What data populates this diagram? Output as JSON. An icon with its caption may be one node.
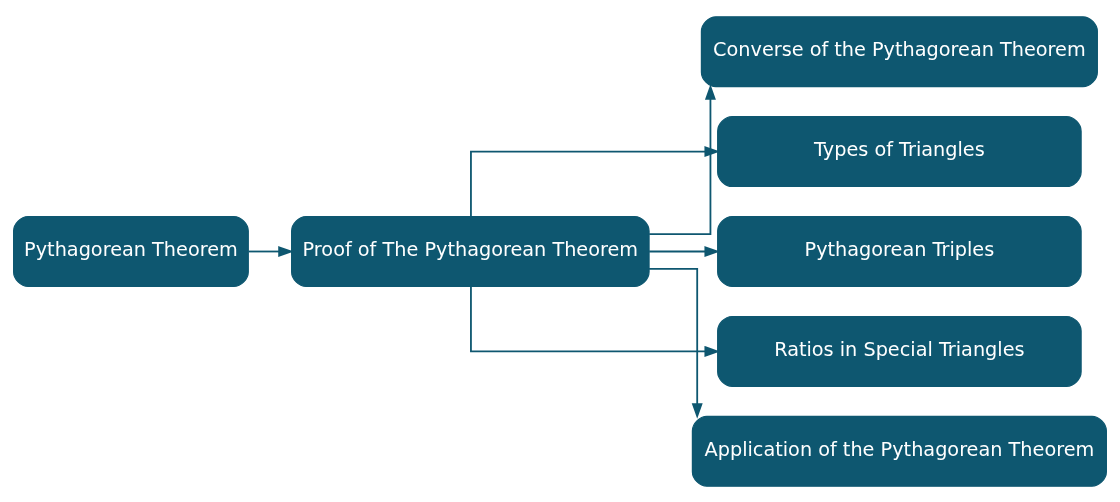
{
  "diagram": {
    "nodes": [
      {
        "text": [
          "Pythagorean Theorem"
        ]
      },
      {
        "text": [
          "Proof of The Pythagorean Theorem"
        ]
      },
      {
        "text": [
          "Converse of the Pythagorean Theorem"
        ]
      },
      {
        "text": [
          "Types of Triangles"
        ]
      },
      {
        "text": [
          "Pythagorean Triples"
        ]
      },
      {
        "text": [
          "Ratios in Special Triangles"
        ]
      },
      {
        "text": [
          "Application of the Pythagorean Theorem"
        ]
      }
    ],
    "edges": [
      {
        "from": 0,
        "to": 1,
        "arrow": "to"
      },
      {
        "from": 1,
        "to": 2,
        "arrow": "to"
      },
      {
        "from": 1,
        "to": 3,
        "arrow": "to"
      },
      {
        "from": 1,
        "to": 4,
        "arrow": "to"
      },
      {
        "from": 1,
        "to": 5,
        "arrow": "to"
      },
      {
        "from": 1,
        "to": 6,
        "arrow": "to"
      }
    ]
  }
}
